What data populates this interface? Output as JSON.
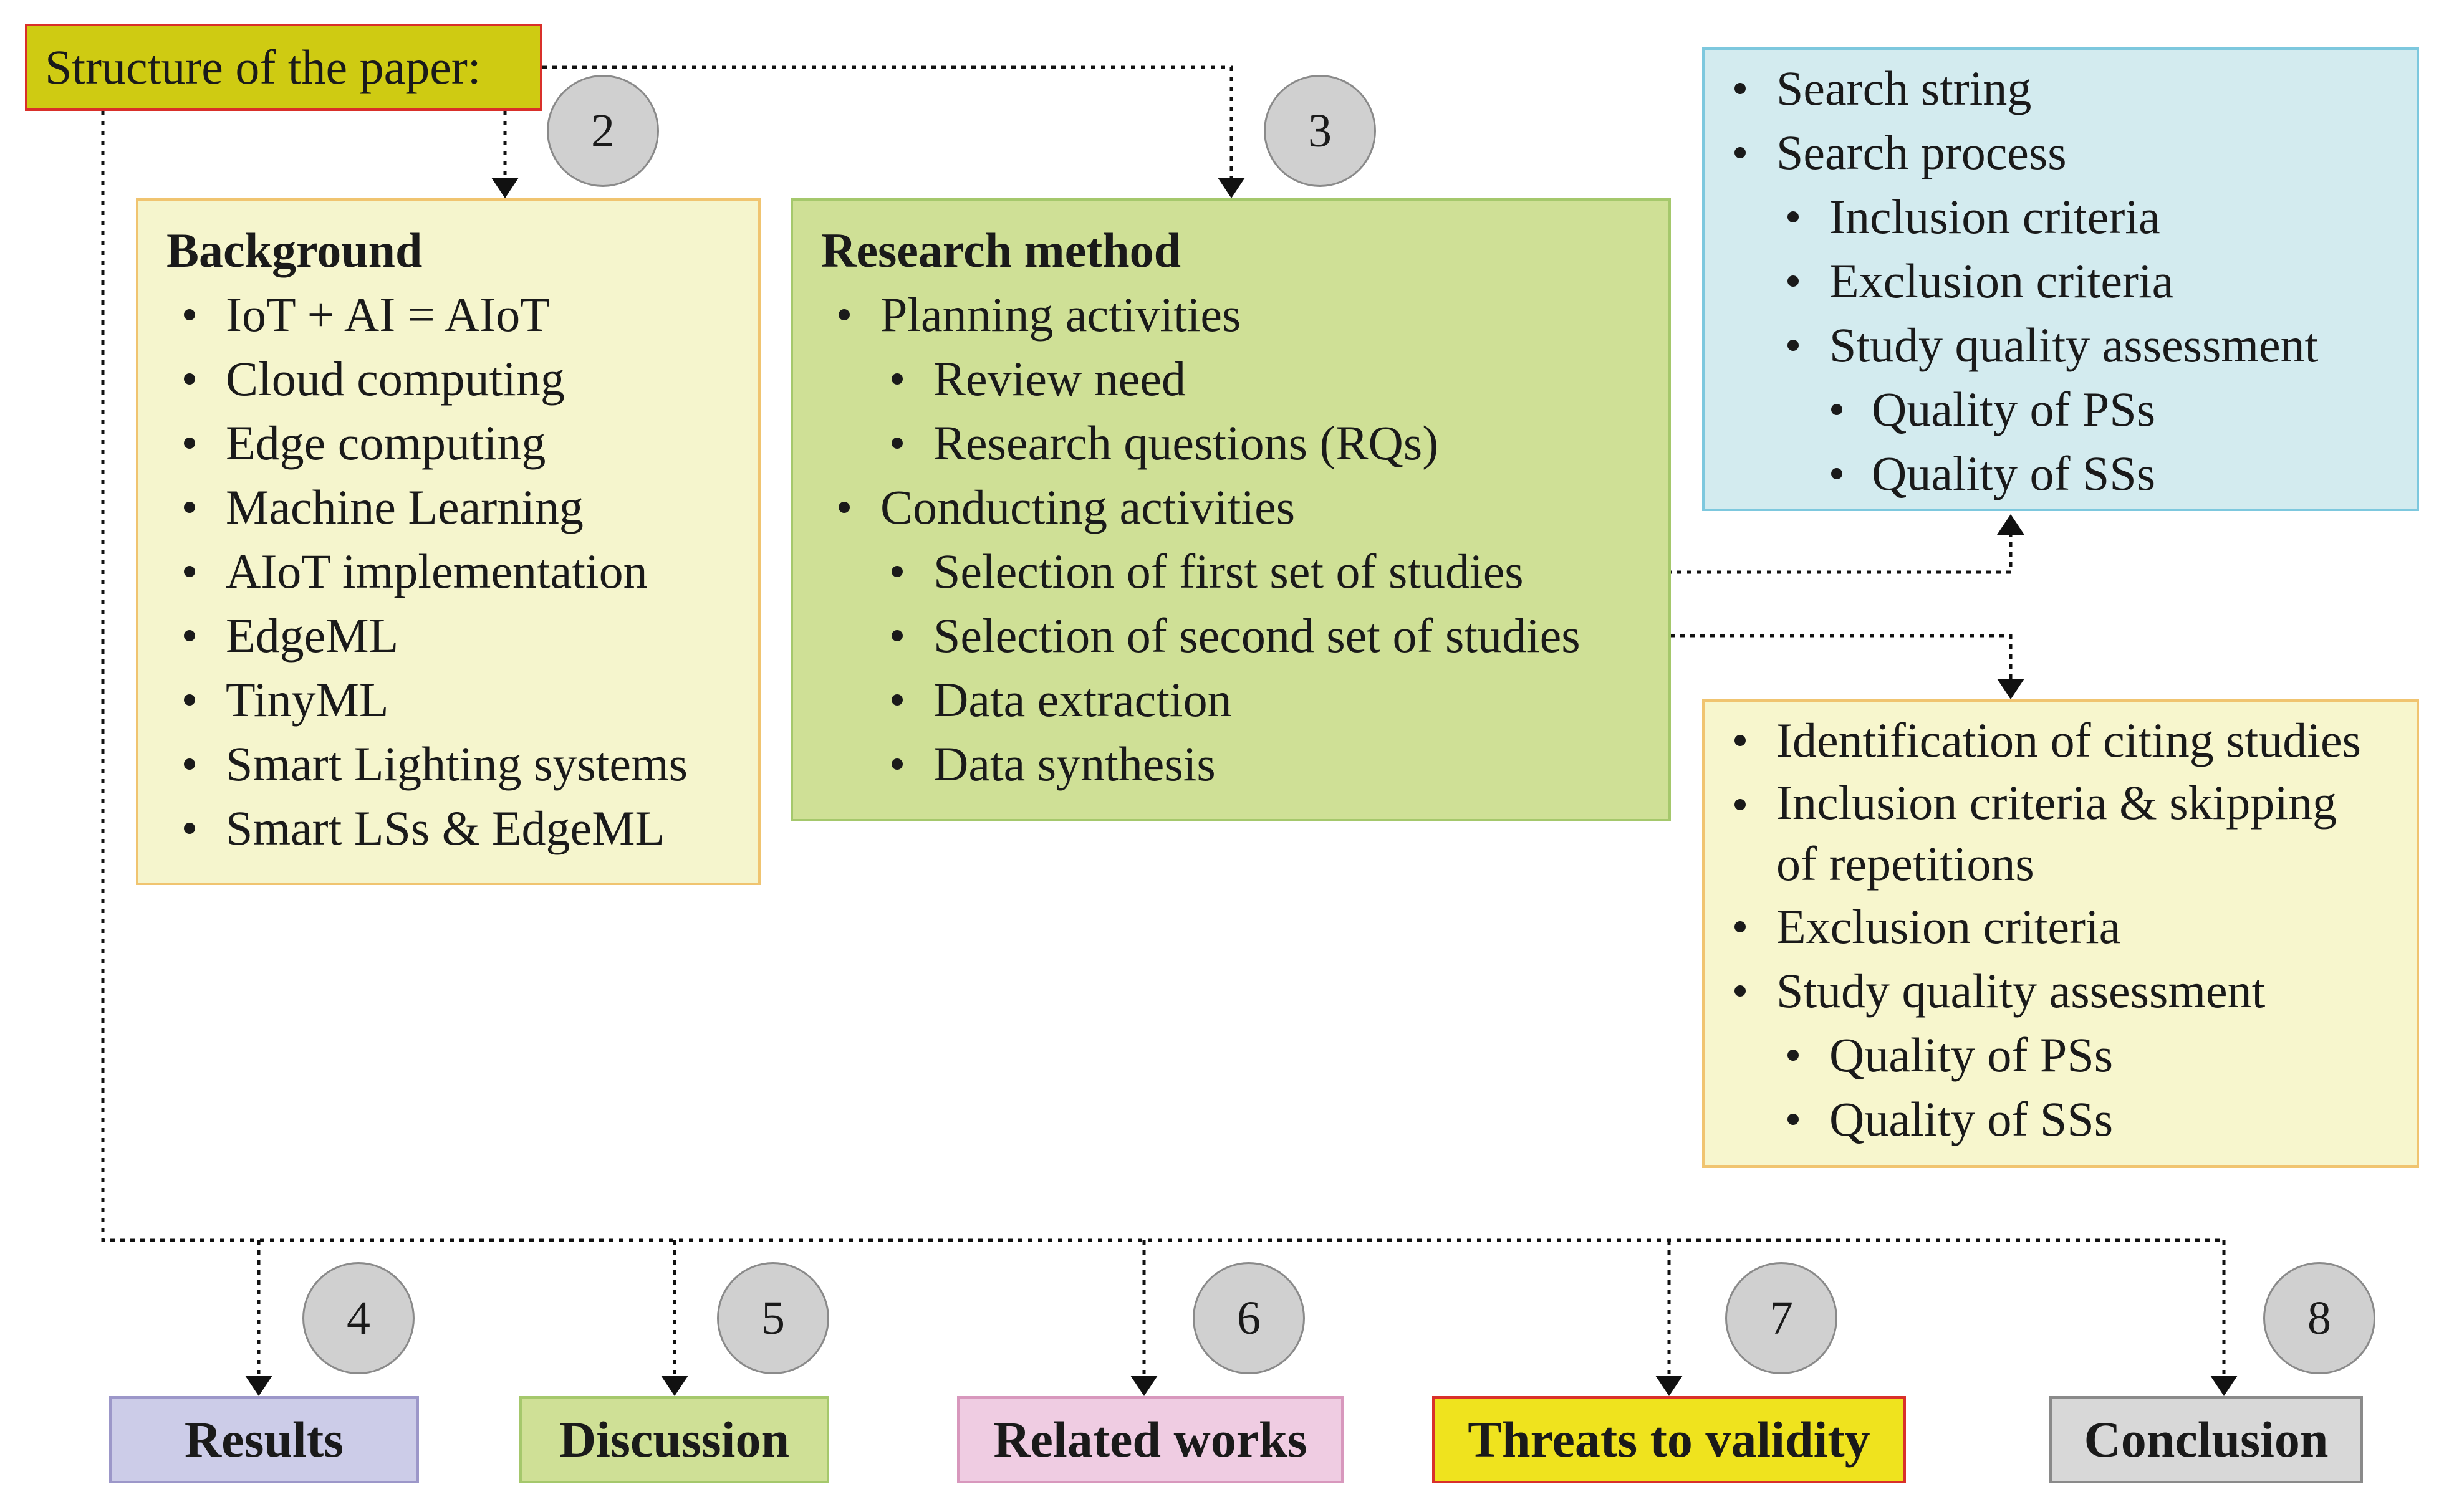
{
  "title": "Structure of the paper:",
  "sections": {
    "background": {
      "number": "2",
      "heading": "Background",
      "items": [
        "IoT + AI = AIoT",
        "Cloud computing",
        "Edge computing",
        "Machine Learning",
        "AIoT implementation",
        "EdgeML",
        "TinyML",
        "Smart Lighting systems",
        "Smart LSs & EdgeML"
      ]
    },
    "research_method": {
      "number": "3",
      "heading": "Research method",
      "items": [
        {
          "text": "Planning activities",
          "level": 1
        },
        {
          "text": "Review need",
          "level": 2
        },
        {
          "text": "Research questions (RQs)",
          "level": 2
        },
        {
          "text": "Conducting activities",
          "level": 1
        },
        {
          "text": "Selection of first set of studies",
          "level": 2
        },
        {
          "text": "Selection of second set of studies",
          "level": 2
        },
        {
          "text": "Data extraction",
          "level": 2
        },
        {
          "text": "Data synthesis",
          "level": 2
        }
      ]
    },
    "first_set_details": {
      "items": [
        {
          "text": "Search string",
          "level": 1
        },
        {
          "text": "Search process",
          "level": 1
        },
        {
          "text": "Inclusion criteria",
          "level": 2
        },
        {
          "text": "Exclusion criteria",
          "level": 2
        },
        {
          "text": "Study quality assessment",
          "level": 2
        },
        {
          "text": "Quality of PSs",
          "level": 3
        },
        {
          "text": "Quality of SSs",
          "level": 3
        }
      ]
    },
    "second_set_details": {
      "items": [
        {
          "text": "Identification of citing studies",
          "level": 1
        },
        {
          "text": "Inclusion criteria & skipping of repetitions",
          "level": 1
        },
        {
          "text": "Exclusion criteria",
          "level": 1
        },
        {
          "text": "Study quality assessment",
          "level": 1
        },
        {
          "text": "Quality of PSs",
          "level": 2
        },
        {
          "text": "Quality of SSs",
          "level": 2
        }
      ]
    },
    "results": {
      "number": "4",
      "label": "Results",
      "color": "#cccce8"
    },
    "discussion": {
      "number": "5",
      "label": "Discussion",
      "color": "#cfe096"
    },
    "related_works": {
      "number": "6",
      "label": "Related works",
      "color": "#efcce2"
    },
    "threats": {
      "number": "7",
      "label": "Threats to validity",
      "color": "#efe31e"
    },
    "conclusion": {
      "number": "8",
      "label": "Conclusion",
      "color": "#d8d8d8"
    }
  }
}
